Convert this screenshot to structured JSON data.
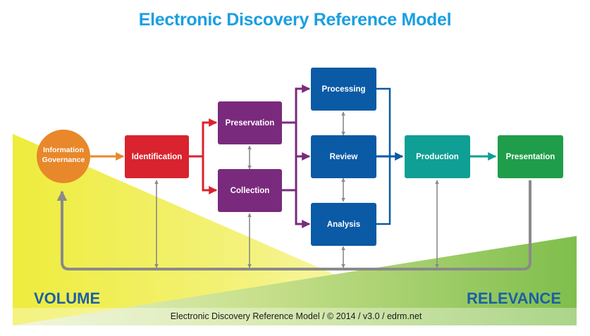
{
  "title": "Electronic Discovery Reference Model",
  "nodes": {
    "information_governance": {
      "line1": "Information",
      "line2": "Governance"
    },
    "identification": "Identification",
    "preservation": "Preservation",
    "collection": "Collection",
    "processing": "Processing",
    "review": "Review",
    "analysis": "Analysis",
    "production": "Production",
    "presentation": "Presentation"
  },
  "labels": {
    "volume": "VOLUME",
    "relevance": "RELEVANCE"
  },
  "footer": "Electronic Discovery Reference Model / © 2014 / v3.0 / edrm.net",
  "colors": {
    "title": "#1a9fe0",
    "information_governance": "#e8882a",
    "identification": "#d9232e",
    "preservation_collection": "#7a2a7d",
    "processing_review_analysis": "#0b5aa6",
    "production": "#0f9f94",
    "presentation": "#1f9d4a",
    "volume_triangle": "#f1f06a",
    "relevance_triangle": "#8cc24a",
    "corner_labels": "#1b5fa8",
    "gray_connectors": "#8a8a8a"
  }
}
